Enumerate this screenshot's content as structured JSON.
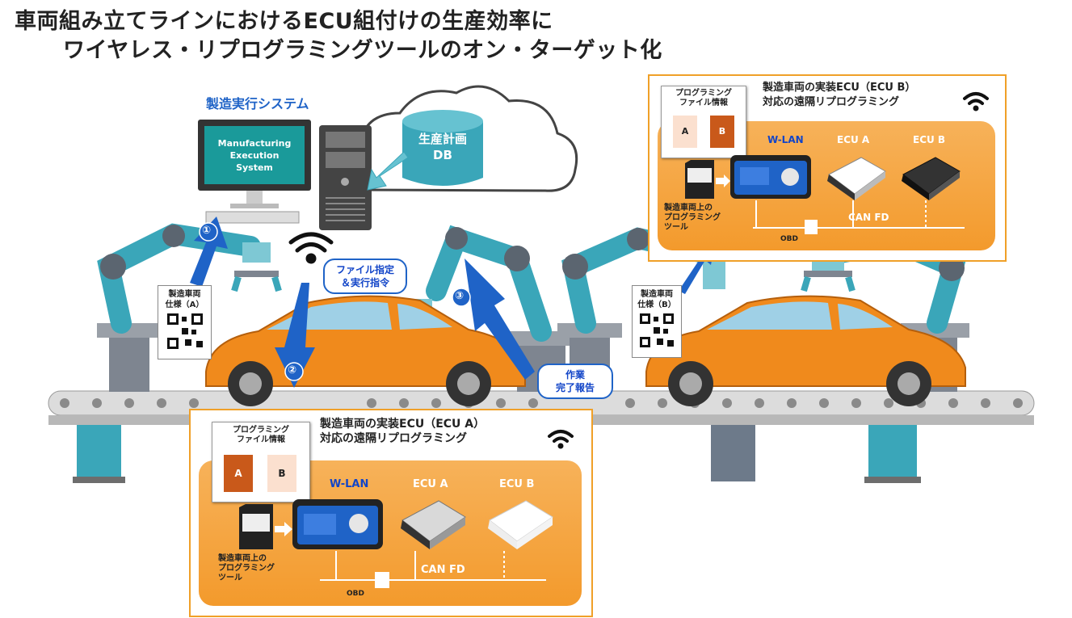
{
  "title": {
    "line1": "車両組み立てラインにおけるECU組付けの生産効率に",
    "line2": "ワイヤレス・リプログラミングツールのオン・ターゲット化"
  },
  "mes": {
    "label": "製造実行システム",
    "screen_line1": "Manufacturing",
    "screen_line2": "Execution",
    "screen_line3": "System",
    "db_line1": "生産計画",
    "db_line2": "DB"
  },
  "steps": {
    "step1": "①",
    "step2": "②",
    "step3": "③"
  },
  "bubbles": {
    "command_line1": "ファイル指定",
    "command_line2": "＆実行指令",
    "report_line1": "作業",
    "report_line2": "完了報告"
  },
  "specs": {
    "a_line1": "製造車両",
    "a_line2": "仕様（A）",
    "b_line1": "製造車両",
    "b_line2": "仕様（B）"
  },
  "panel_a": {
    "title_line1": "製造車両の実装ECU（ECU A）",
    "title_line2": "対応の遠隔リプログラミング",
    "file_info_line1": "プログラミング",
    "file_info_line2": "ファイル情報",
    "file_a": "A",
    "file_b": "B",
    "wlan": "W-LAN",
    "ecu_a": "ECU A",
    "ecu_b": "ECU B",
    "can_fd": "CAN FD",
    "obd": "OBD",
    "tool_line1": "製造車両上の",
    "tool_line2": "プログラミング",
    "tool_line3": "ツール"
  },
  "panel_b": {
    "title_line1": "製造車両の実装ECU（ECU B）",
    "title_line2": "対応の遠隔リプログラミング",
    "file_info_line1": "プログラミング",
    "file_info_line2": "ファイル情報",
    "file_a": "A",
    "file_b": "B",
    "wlan": "W-LAN",
    "ecu_a": "ECU A",
    "ecu_b": "ECU B",
    "can_fd": "CAN FD",
    "obd": "OBD",
    "tool_line1": "製造車両上の",
    "tool_line2": "プログラミング",
    "tool_line3": "ツール"
  },
  "colors": {
    "orange": "#f39a2c",
    "blue": "#1f63c7",
    "teal": "#3aa6b9",
    "car": "#f08a1c"
  }
}
